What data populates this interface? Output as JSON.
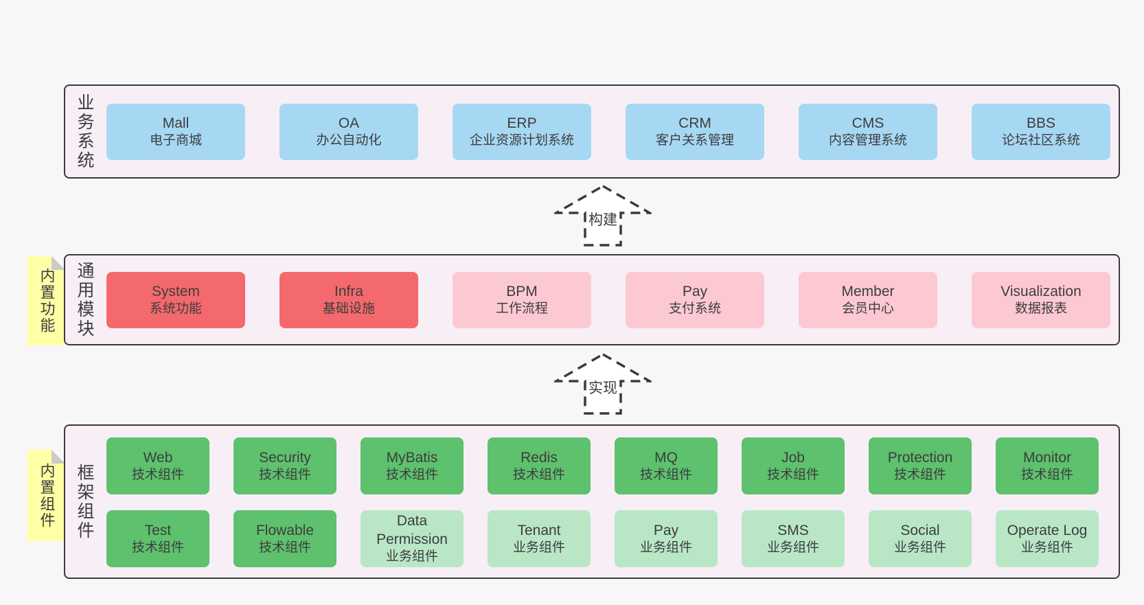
{
  "palette": {
    "page_background": "#f7f7f7",
    "band_fill": "#f8eef6",
    "band_border": "#3b3b3b",
    "box_blue": "#a7d8f3",
    "box_red": "#f4696e",
    "box_pink": "#fcc9d3",
    "box_green": "#5dc16d",
    "box_green_light": "#b9e7c6",
    "note_yellow": "#ffffa6",
    "note_fold_gray": "#cacaca",
    "text": "#3d3d3d"
  },
  "bands": [
    {
      "label": "业务系统",
      "rows": [
        [
          {
            "title": "Mall",
            "subtitle": "电子商城"
          },
          {
            "title": "OA",
            "subtitle": "办公自动化"
          },
          {
            "title": "ERP",
            "subtitle": "企业资源计划系统"
          },
          {
            "title": "CRM",
            "subtitle": "客户关系管理"
          },
          {
            "title": "CMS",
            "subtitle": "内容管理系统"
          },
          {
            "title": "BBS",
            "subtitle": "论坛社区系统"
          }
        ]
      ]
    },
    {
      "label": "通用模块",
      "note": "内置功能",
      "rows": [
        [
          {
            "title": "System",
            "subtitle": "系统功能"
          },
          {
            "title": "Infra",
            "subtitle": "基础设施"
          },
          {
            "title": "BPM",
            "subtitle": "工作流程"
          },
          {
            "title": "Pay",
            "subtitle": "支付系统"
          },
          {
            "title": "Member",
            "subtitle": "会员中心"
          },
          {
            "title": "Visualization",
            "subtitle": "数据报表"
          }
        ]
      ]
    },
    {
      "label": "框架组件",
      "note": "内置组件",
      "rows": [
        [
          {
            "title": "Web",
            "subtitle": "技术组件"
          },
          {
            "title": "Security",
            "subtitle": "技术组件"
          },
          {
            "title": "MyBatis",
            "subtitle": "技术组件"
          },
          {
            "title": "Redis",
            "subtitle": "技术组件"
          },
          {
            "title": "MQ",
            "subtitle": "技术组件"
          },
          {
            "title": "Job",
            "subtitle": "技术组件"
          },
          {
            "title": "Protection",
            "subtitle": "技术组件"
          },
          {
            "title": "Monitor",
            "subtitle": "技术组件"
          }
        ],
        [
          {
            "title": "Test",
            "subtitle": "技术组件"
          },
          {
            "title": "Flowable",
            "subtitle": "技术组件"
          },
          {
            "title": "Data Permission",
            "subtitle": "业务组件"
          },
          {
            "title": "Tenant",
            "subtitle": "业务组件"
          },
          {
            "title": "Pay",
            "subtitle": "业务组件"
          },
          {
            "title": "SMS",
            "subtitle": "业务组件"
          },
          {
            "title": "Social",
            "subtitle": "业务组件"
          },
          {
            "title": "Operate Log",
            "subtitle": "业务组件"
          }
        ]
      ]
    }
  ],
  "arrows": [
    {
      "label": "构建"
    },
    {
      "label": "实现"
    }
  ]
}
